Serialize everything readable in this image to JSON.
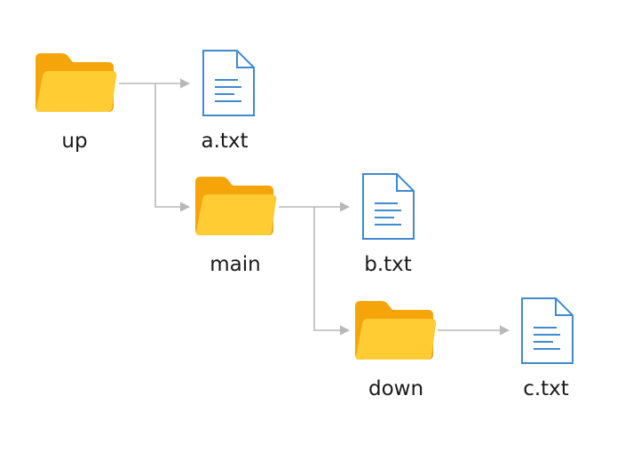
{
  "diagram": {
    "nodes": {
      "up": {
        "kind": "folder",
        "label": "up"
      },
      "a": {
        "kind": "file",
        "label": "a.txt"
      },
      "main": {
        "kind": "folder",
        "label": "main"
      },
      "b": {
        "kind": "file",
        "label": "b.txt"
      },
      "down": {
        "kind": "folder",
        "label": "down"
      },
      "c": {
        "kind": "file",
        "label": "c.txt"
      }
    },
    "edges": [
      {
        "from": "up",
        "to": "a"
      },
      {
        "from": "up",
        "to": "main"
      },
      {
        "from": "main",
        "to": "b"
      },
      {
        "from": "main",
        "to": "down"
      },
      {
        "from": "down",
        "to": "c"
      }
    ],
    "icons": {
      "folder": "folder-icon",
      "file": "text-file-icon"
    },
    "colors": {
      "folder_back": "#F5A50A",
      "folder_front": "#FFCC33",
      "file_stroke": "#3F8AD0",
      "file_lines": "#3F8AD0",
      "connector": "#B8B8B8"
    }
  }
}
